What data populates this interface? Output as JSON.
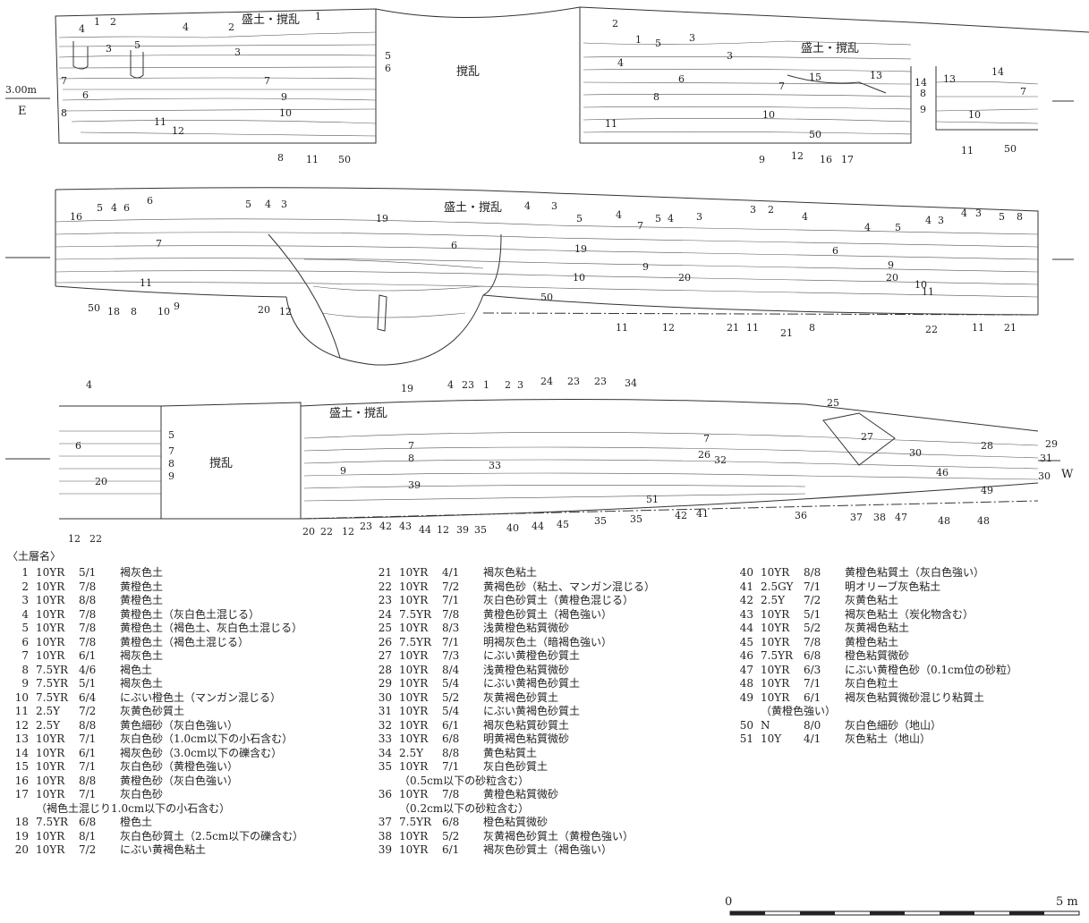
{
  "sections": {
    "top": {
      "fill_label": "盛土・撹乱",
      "disturbance_label": "撹乱",
      "right_fill_label": "盛土・撹乱",
      "elevation": "3.00m",
      "direction": "E",
      "layers_left": [
        "1",
        "2",
        "4",
        "1",
        "2",
        "3",
        "5",
        "4",
        "2",
        "3",
        "1",
        "5",
        "6",
        "7",
        "6",
        "8",
        "7",
        "9",
        "10",
        "11",
        "12",
        "8",
        "11",
        "50"
      ],
      "layers_right": [
        "2",
        "4",
        "1",
        "2",
        "5",
        "3",
        "3",
        "6",
        "7",
        "15",
        "13",
        "14",
        "13",
        "14",
        "8",
        "7",
        "9",
        "10",
        "8",
        "11",
        "10",
        "50",
        "9",
        "12",
        "16",
        "17",
        "11",
        "50"
      ]
    },
    "middle": {
      "fill_label": "盛土・撹乱",
      "layers": [
        "16",
        "5",
        "4",
        "6",
        "6",
        "5",
        "4",
        "3",
        "19",
        "4",
        "3",
        "5",
        "4",
        "7",
        "5",
        "4",
        "3",
        "3",
        "2",
        "4",
        "4",
        "5",
        "4",
        "3",
        "4",
        "3",
        "5",
        "8",
        "7",
        "6",
        "19",
        "9",
        "6",
        "9",
        "20",
        "10",
        "20",
        "10",
        "11",
        "11",
        "50",
        "18",
        "8",
        "10",
        "9",
        "20",
        "12",
        "50",
        "11",
        "12",
        "21",
        "11",
        "21",
        "8",
        "22",
        "11",
        "21"
      ]
    },
    "bottom": {
      "fill_label": "盛土・撹乱",
      "disturbance_label": "撹乱",
      "direction": "W",
      "layers": [
        "4",
        "5",
        "6",
        "7",
        "8",
        "9",
        "20",
        "12",
        "22",
        "19",
        "4",
        "23",
        "1",
        "2",
        "3",
        "24",
        "23",
        "23",
        "34",
        "25",
        "7",
        "27",
        "29",
        "28",
        "31",
        "7",
        "8",
        "30",
        "26",
        "32",
        "30",
        "46",
        "9",
        "33",
        "49",
        "39",
        "51",
        "20",
        "22",
        "12",
        "23",
        "42",
        "43",
        "44",
        "12",
        "39",
        "35",
        "40",
        "44",
        "45",
        "35",
        "35",
        "42",
        "41",
        "36",
        "37",
        "38",
        "47",
        "48",
        "48"
      ]
    }
  },
  "legend": {
    "title": "〈土層名〉",
    "col1": [
      {
        "n": "1",
        "code": "10YR",
        "val": "5/1",
        "desc": "褐灰色土"
      },
      {
        "n": "2",
        "code": "10YR",
        "val": "7/8",
        "desc": "黄橙色土"
      },
      {
        "n": "3",
        "code": "10YR",
        "val": "8/8",
        "desc": "黄橙色土"
      },
      {
        "n": "4",
        "code": "10YR",
        "val": "7/8",
        "desc": "黄橙色土（灰白色土混じる）"
      },
      {
        "n": "5",
        "code": "10YR",
        "val": "7/8",
        "desc": "黄橙色土（褐色土、灰白色土混じる）"
      },
      {
        "n": "6",
        "code": "10YR",
        "val": "7/8",
        "desc": "黄橙色土（褐色土混じる）"
      },
      {
        "n": "7",
        "code": "10YR",
        "val": "6/1",
        "desc": "褐灰色土"
      },
      {
        "n": "8",
        "code": "7.5YR",
        "val": "4/6",
        "desc": "褐色土"
      },
      {
        "n": "9",
        "code": "7.5YR",
        "val": "5/1",
        "desc": "褐灰色土"
      },
      {
        "n": "10",
        "code": "7.5YR",
        "val": "6/4",
        "desc": "にぶい橙色土（マンガン混じる）"
      },
      {
        "n": "11",
        "code": "2.5Y",
        "val": "7/2",
        "desc": "灰黄色砂質土"
      },
      {
        "n": "12",
        "code": "2.5Y",
        "val": "8/8",
        "desc": "黄色細砂（灰白色強い）"
      },
      {
        "n": "13",
        "code": "10YR",
        "val": "7/1",
        "desc": "灰白色砂（1.0cm以下の小石含む）"
      },
      {
        "n": "14",
        "code": "10YR",
        "val": "6/1",
        "desc": "褐灰色砂（3.0cm以下の礫含む）"
      },
      {
        "n": "15",
        "code": "10YR",
        "val": "7/1",
        "desc": "灰白色砂（黄橙色強い）"
      },
      {
        "n": "16",
        "code": "10YR",
        "val": "8/8",
        "desc": "黄橙色砂（灰白色強い）"
      },
      {
        "n": "17",
        "code": "10YR",
        "val": "7/1",
        "desc": "灰白色砂"
      },
      {
        "n": "",
        "code": "",
        "val": "",
        "desc": "（褐色土混じり1.0cm以下の小石含む）"
      },
      {
        "n": "18",
        "code": "7.5YR",
        "val": "6/8",
        "desc": "橙色土"
      },
      {
        "n": "19",
        "code": "10YR",
        "val": "8/1",
        "desc": "灰白色砂質土（2.5cm以下の礫含む）"
      },
      {
        "n": "20",
        "code": "10YR",
        "val": "7/2",
        "desc": "にぶい黄褐色粘土"
      }
    ],
    "col2": [
      {
        "n": "21",
        "code": "10YR",
        "val": "4/1",
        "desc": "褐灰色粘土"
      },
      {
        "n": "22",
        "code": "10YR",
        "val": "7/2",
        "desc": "黄褐色砂（粘土、マンガン混じる）"
      },
      {
        "n": "23",
        "code": "10YR",
        "val": "7/1",
        "desc": "灰白色砂質土（黄橙色混じる）"
      },
      {
        "n": "24",
        "code": "7.5YR",
        "val": "7/8",
        "desc": "黄橙色砂質土（褐色強い）"
      },
      {
        "n": "25",
        "code": "10YR",
        "val": "8/3",
        "desc": "浅黄橙色粘質微砂"
      },
      {
        "n": "26",
        "code": "7.5YR",
        "val": "7/1",
        "desc": "明褐灰色土（暗褐色強い）"
      },
      {
        "n": "27",
        "code": "10YR",
        "val": "7/3",
        "desc": "にぶい黄橙色砂質土"
      },
      {
        "n": "28",
        "code": "10YR",
        "val": "8/4",
        "desc": "浅黄橙色粘質微砂"
      },
      {
        "n": "29",
        "code": "10YR",
        "val": "5/4",
        "desc": "にぶい黄褐色砂質土"
      },
      {
        "n": "30",
        "code": "10YR",
        "val": "5/2",
        "desc": "灰黄褐色砂質土"
      },
      {
        "n": "31",
        "code": "10YR",
        "val": "5/4",
        "desc": "にぶい黄褐色砂質土"
      },
      {
        "n": "32",
        "code": "10YR",
        "val": "6/1",
        "desc": "褐灰色粘質砂質土"
      },
      {
        "n": "33",
        "code": "10YR",
        "val": "6/8",
        "desc": "明黄褐色粘質微砂"
      },
      {
        "n": "34",
        "code": "2.5Y",
        "val": "8/8",
        "desc": "黄色粘質土"
      },
      {
        "n": "35",
        "code": "10YR",
        "val": "7/1",
        "desc": "灰白色砂質土"
      },
      {
        "n": "",
        "code": "",
        "val": "",
        "desc": "（0.5cm以下の砂粒含む）"
      },
      {
        "n": "36",
        "code": "10YR",
        "val": "7/8",
        "desc": "黄橙色粘質微砂"
      },
      {
        "n": "",
        "code": "",
        "val": "",
        "desc": "（0.2cm以下の砂粒含む）"
      },
      {
        "n": "37",
        "code": "7.5YR",
        "val": "6/8",
        "desc": "橙色粘質微砂"
      },
      {
        "n": "38",
        "code": "10YR",
        "val": "5/2",
        "desc": "灰黄褐色砂質土（黄橙色強い）"
      },
      {
        "n": "39",
        "code": "10YR",
        "val": "6/1",
        "desc": "褐灰色砂質土（褐色強い）"
      }
    ],
    "col3": [
      {
        "n": "40",
        "code": "10YR",
        "val": "8/8",
        "desc": "黄橙色粘質土（灰白色強い）"
      },
      {
        "n": "41",
        "code": "2.5GY",
        "val": "7/1",
        "desc": "明オリーブ灰色粘土"
      },
      {
        "n": "42",
        "code": "2.5Y",
        "val": "7/2",
        "desc": "灰黄色粘土"
      },
      {
        "n": "43",
        "code": "10YR",
        "val": "5/1",
        "desc": "褐灰色粘土（炭化物含む）"
      },
      {
        "n": "44",
        "code": "10YR",
        "val": "5/2",
        "desc": "灰黄褐色粘土"
      },
      {
        "n": "45",
        "code": "10YR",
        "val": "7/8",
        "desc": "黄橙色粘土"
      },
      {
        "n": "46",
        "code": "7.5YR",
        "val": "6/8",
        "desc": "橙色粘質微砂"
      },
      {
        "n": "47",
        "code": "10YR",
        "val": "6/3",
        "desc": "にぶい黄橙色砂（0.1cm位の砂粒）"
      },
      {
        "n": "48",
        "code": "10YR",
        "val": "7/1",
        "desc": "灰白色粒土"
      },
      {
        "n": "49",
        "code": "10YR",
        "val": "6/1",
        "desc": "褐灰色粘質微砂混じり粘質土"
      },
      {
        "n": "",
        "code": "",
        "val": "",
        "desc": "（黄橙色強い）"
      },
      {
        "n": "50",
        "code": "N",
        "val": "8/0",
        "desc": "灰白色細砂（地山）"
      },
      {
        "n": "51",
        "code": "10Y",
        "val": "4/1",
        "desc": "灰色粘土（地山）"
      }
    ]
  },
  "scale": {
    "start": "0",
    "end": "5 m"
  }
}
